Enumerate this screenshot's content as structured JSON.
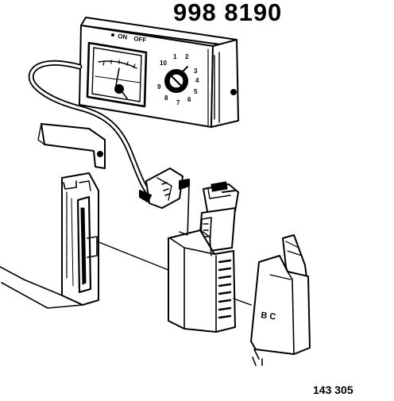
{
  "tool_number": "998 8190",
  "figure_number": "143 305",
  "tester_panel": {
    "switch_label_on": "ON",
    "switch_label_off": "OFF",
    "dial_marks": [
      "10",
      "1",
      "2",
      "3",
      "4",
      "5",
      "6",
      "7",
      "8",
      "9"
    ]
  },
  "connector_marking": "B C"
}
